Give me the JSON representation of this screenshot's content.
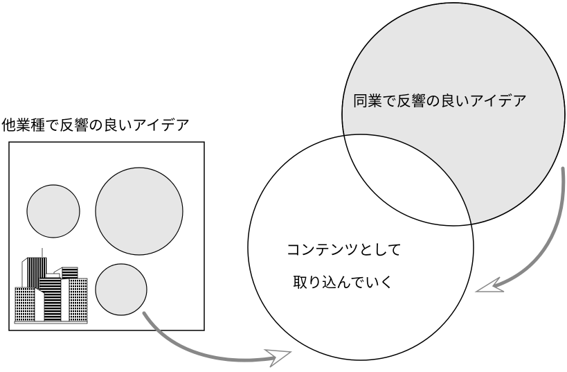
{
  "left_group": {
    "title": "他業種で反響の良いアイデア"
  },
  "top_circle": {
    "label": "同業で反響の良いアイデア"
  },
  "center_circle": {
    "line1": "コンテンツとして",
    "line2": "取り込んでいく"
  },
  "colors": {
    "circle_fill": "#e6e6e6",
    "arrow": "#888888",
    "stroke": "#000000"
  }
}
